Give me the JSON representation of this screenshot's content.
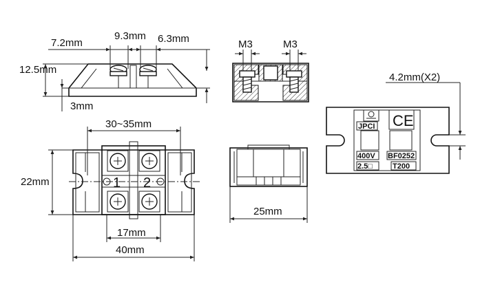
{
  "dimensions": {
    "side_spacing_left": "7.2mm",
    "side_spacing_mid": "9.3mm",
    "side_spacing_right": "6.3mm",
    "side_height": "12.5mm",
    "side_base": "3mm",
    "top_span": "30~35mm",
    "top_height": "22mm",
    "top_pitch": "17mm",
    "top_length": "40mm",
    "screw_left": "M3",
    "screw_right": "M3",
    "front_width": "25mm",
    "slot_width": "4.2mm(X2)"
  },
  "terminals": {
    "left": "1",
    "right": "2"
  },
  "markings": {
    "brand": "JPCI",
    "ce": "CE",
    "voltage": "400V",
    "model": "BF0252",
    "size": "2.5□",
    "temp": "T200"
  }
}
